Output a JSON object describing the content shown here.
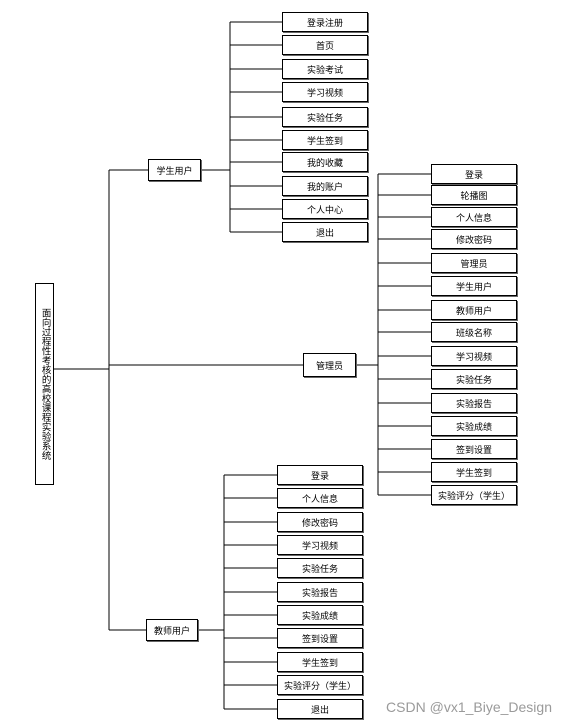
{
  "root": {
    "label": "面向过程性考核的高校课程实验系统"
  },
  "branches": [
    {
      "key": "student",
      "label": "学生用户",
      "children": [
        "登录注册",
        "首页",
        "实验考试",
        "学习视频",
        "实验任务",
        "学生签到",
        "我的收藏",
        "我的账户",
        "个人中心",
        "退出"
      ]
    },
    {
      "key": "admin",
      "label": "管理员",
      "children": [
        "登录",
        "轮播图",
        "个人信息",
        "修改密码",
        "管理员",
        "学生用户",
        "教师用户",
        "班级名称",
        "学习视频",
        "实验任务",
        "实验报告",
        "实验成绩",
        "签到设置",
        "学生签到",
        "实验评分（学生）"
      ]
    },
    {
      "key": "teacher",
      "label": "教师用户",
      "children": [
        "登录",
        "个人信息",
        "修改密码",
        "学习视频",
        "实验任务",
        "实验报告",
        "实验成绩",
        "签到设置",
        "学生签到",
        "实验评分（学生）",
        "退出"
      ]
    }
  ],
  "watermark": "CSDN @vx1_Biye_Design",
  "colors": {
    "line": "#000000",
    "box_border": "#000000",
    "watermark": "#9a9a9a"
  }
}
